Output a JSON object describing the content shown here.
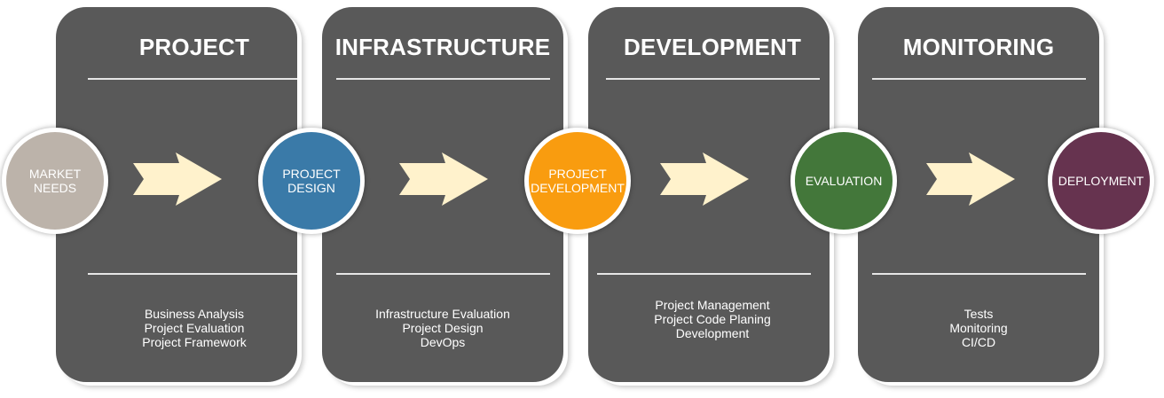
{
  "phases": [
    {
      "title": "PROJECT",
      "items": [
        "Business Analysis",
        "Project Evaluation",
        "Project Framework"
      ]
    },
    {
      "title": "INFRASTRUCTURE",
      "items": [
        "Infrastructure Evaluation",
        "Project Design",
        "DevOps"
      ]
    },
    {
      "title": "DEVELOPMENT",
      "items": [
        "Project Management",
        "Project Code Planing",
        "Development"
      ]
    },
    {
      "title": "MONITORING",
      "items": [
        "Tests",
        "Monitoring",
        "CI/CD"
      ]
    }
  ],
  "milestones": [
    {
      "lines": [
        "MARKET",
        "NEEDS"
      ],
      "color": "#bcb3aa"
    },
    {
      "lines": [
        "PROJECT",
        "DESIGN"
      ],
      "color": "#3a7aa8"
    },
    {
      "lines": [
        "PROJECT",
        "DEVELOPMENT"
      ],
      "color": "#f99c0f"
    },
    {
      "lines": [
        "EVALUATION"
      ],
      "color": "#43773a"
    },
    {
      "lines": [
        "DEPLOYMENT"
      ],
      "color": "#66334f"
    }
  ],
  "colors": {
    "panel": "#595959",
    "arrow": "#fff2cc",
    "rule": "#e6e6e6"
  }
}
